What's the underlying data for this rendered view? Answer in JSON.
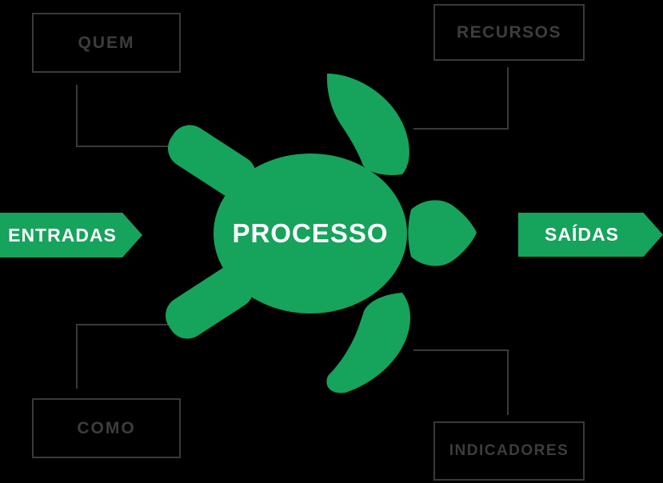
{
  "colors": {
    "background": "#000000",
    "green": "#16a35c",
    "line": "#3a3a3a",
    "box_text": "#3d3d3d",
    "arrow_text": "#ffffff"
  },
  "diagram": {
    "center": {
      "label": "PROCESSO"
    },
    "arrows": {
      "left": {
        "label": "ENTRADAS"
      },
      "right": {
        "label": "SAÍDAS"
      }
    },
    "boxes": {
      "quem": {
        "label": "QUEM"
      },
      "recursos": {
        "label": "RECURSOS"
      },
      "como": {
        "label": "COMO"
      },
      "indicadores": {
        "label": "INDICADORES"
      }
    }
  }
}
